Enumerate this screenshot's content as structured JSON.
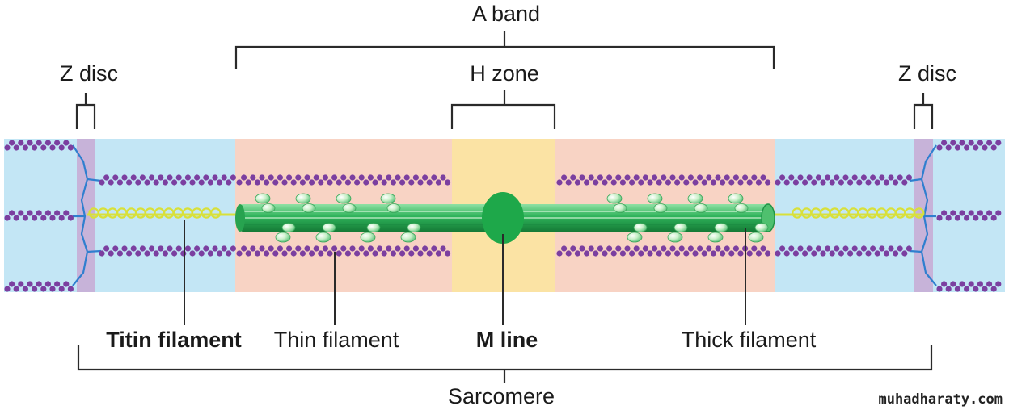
{
  "labels": {
    "a_band": "A band",
    "h_zone": "H zone",
    "z_disc_left": "Z disc",
    "z_disc_right": "Z disc",
    "titin_filament": "Titin filament",
    "thin_filament": "Thin filament",
    "m_line": "M line",
    "thick_filament": "Thick filament",
    "sarcomere": "Sarcomere"
  },
  "watermark": "muhadharaty.com",
  "colors": {
    "i_band": "#c3e6f5",
    "overlap_zone": "#f8d3c4",
    "h_zone": "#fbe3a4",
    "z_disc": "#c7b3d9",
    "actin": "#7b3fa0",
    "thick_filament": "#2eb35a",
    "m_line": "#1ea84a",
    "titin": "#d8e03a",
    "z_linker": "#2f7fcf"
  }
}
